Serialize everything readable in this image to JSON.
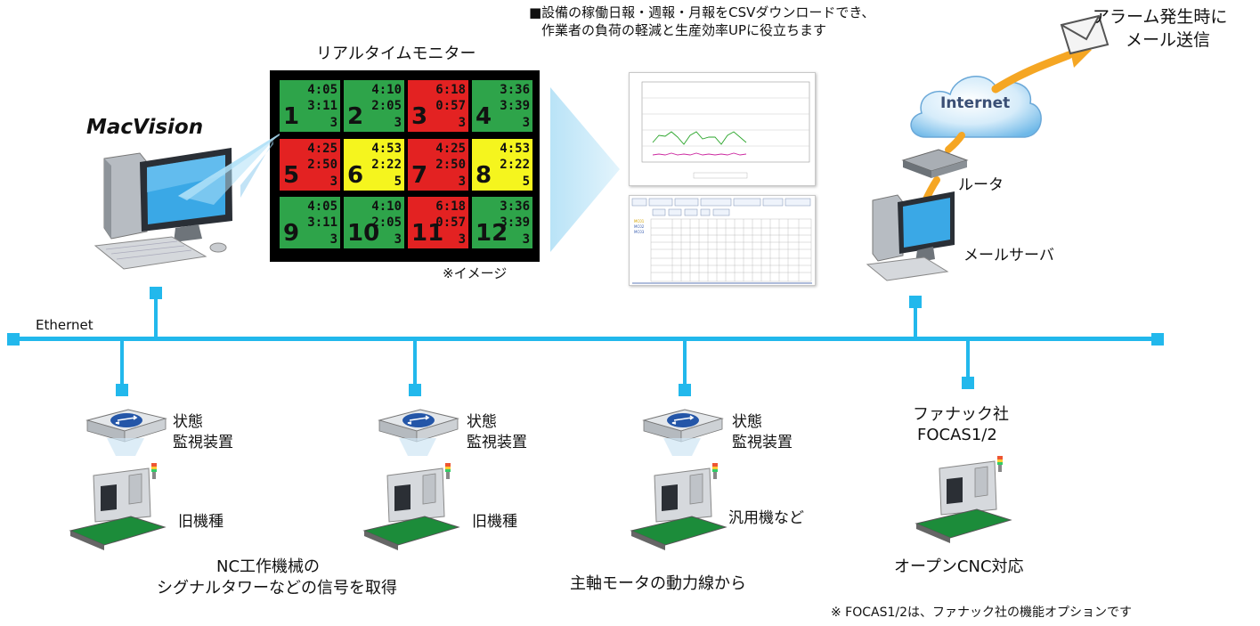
{
  "header_note": {
    "line1": "■設備の稼働日報・週報・月報をCSVダウンロードでき、",
    "line2": "作業者の負荷の軽減と生産効率UPに役立ちます"
  },
  "monitor": {
    "title": "リアルタイムモニター",
    "caption": "※イメージ",
    "cells": [
      {
        "num": "1",
        "t1": "4:05",
        "t2": "3:11",
        "t3": "3",
        "color": "#2ea44a"
      },
      {
        "num": "2",
        "t1": "4:10",
        "t2": "2:05",
        "t3": "3",
        "color": "#2ea44a"
      },
      {
        "num": "3",
        "t1": "6:18",
        "t2": "0:57",
        "t3": "3",
        "color": "#e32222"
      },
      {
        "num": "4",
        "t1": "3:36",
        "t2": "3:39",
        "t3": "3",
        "color": "#2ea44a"
      },
      {
        "num": "5",
        "t1": "4:25",
        "t2": "2:50",
        "t3": "3",
        "color": "#e32222"
      },
      {
        "num": "6",
        "t1": "4:53",
        "t2": "2:22",
        "t3": "5",
        "color": "#f5f51e"
      },
      {
        "num": "7",
        "t1": "4:25",
        "t2": "2:50",
        "t3": "3",
        "color": "#e32222"
      },
      {
        "num": "8",
        "t1": "4:53",
        "t2": "2:22",
        "t3": "5",
        "color": "#f5f51e"
      },
      {
        "num": "9",
        "t1": "4:05",
        "t2": "3:11",
        "t3": "3",
        "color": "#2ea44a"
      },
      {
        "num": "10",
        "t1": "4:10",
        "t2": "2:05",
        "t3": "3",
        "color": "#2ea44a"
      },
      {
        "num": "11",
        "t1": "6:18",
        "t2": "0:57",
        "t3": "3",
        "color": "#e32222"
      },
      {
        "num": "12",
        "t1": "3:36",
        "t2": "3:39",
        "t3": "3",
        "color": "#2ea44a"
      }
    ]
  },
  "pc_label": "MacVision",
  "network_label": "Ethernet",
  "cloud_label": "Internet",
  "alarm_label": {
    "line1": "アラーム発生時に",
    "line2": "メール送信"
  },
  "router_label": "ルータ",
  "mail_server_label": "メールサーバ",
  "devices": [
    {
      "device_label1": "状態",
      "device_label2": "監視装置",
      "machine_label": "旧機種"
    },
    {
      "device_label1": "状態",
      "device_label2": "監視装置",
      "machine_label": "旧機種"
    },
    {
      "device_label1": "状態",
      "device_label2": "監視装置",
      "machine_label": "汎用機など"
    }
  ],
  "fanuc": {
    "line1": "ファナック社",
    "line2": "FOCAS1/2",
    "caption": "オープンCNC対応"
  },
  "signal_caption": {
    "line1": "NC工作機械の",
    "line2": "シグナルタワーなどの信号を取得"
  },
  "power_caption": "主軸モータの動力線から",
  "footnote": "※ FOCAS1/2は、ファナック社の機能オプションです",
  "colors": {
    "bus": "#22b8ec",
    "green": "#2ea44a",
    "red": "#e32222",
    "yellow": "#f5f51e",
    "arrow": "#f5a623"
  }
}
